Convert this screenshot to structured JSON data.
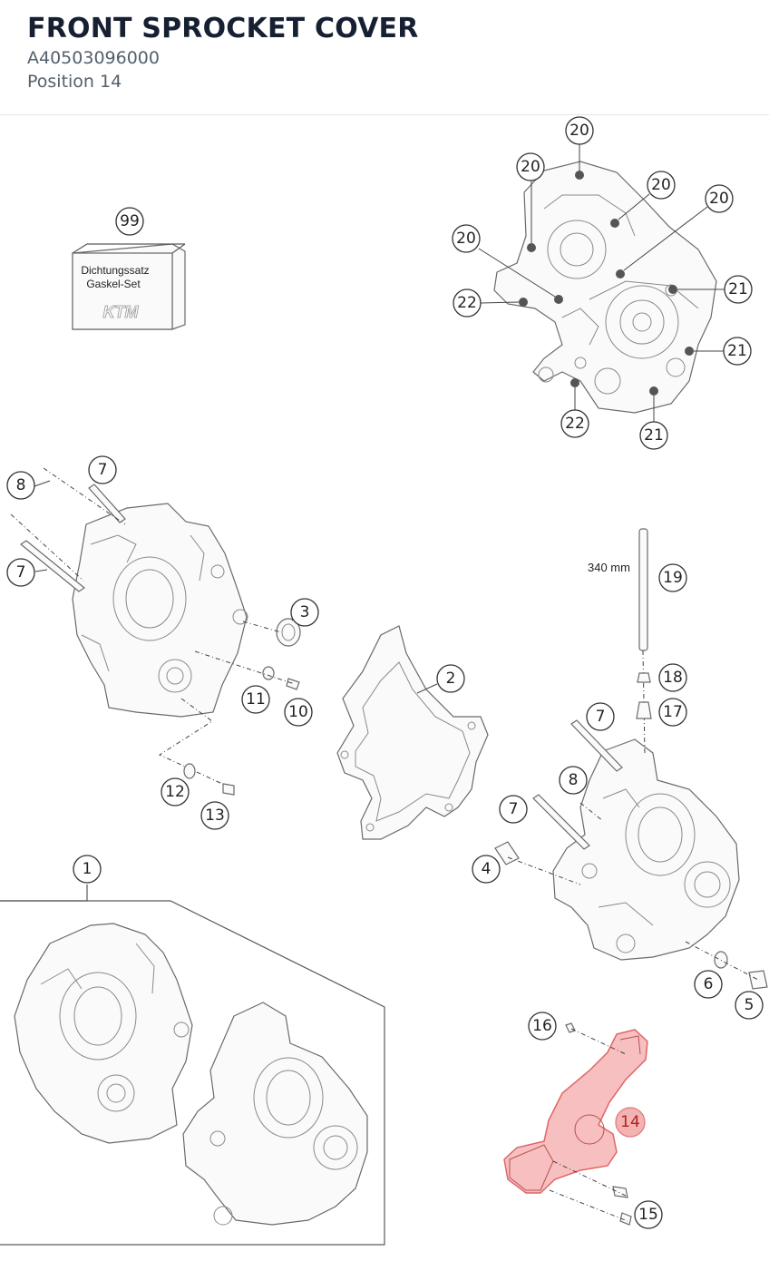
{
  "header": {
    "title": "FRONT SPROCKET COVER",
    "part_number": "A40503096000",
    "position_label": "Position 14"
  },
  "diagram": {
    "gasket_box": {
      "line1": "Dichtungssatz",
      "line2": "Gaskel-Set",
      "logo": "KTM"
    },
    "dimension_label": "340 mm",
    "callouts": {
      "c99": "99",
      "c20a": "20",
      "c20b": "20",
      "c20c": "20",
      "c20d": "20",
      "c20e": "20",
      "c21a": "21",
      "c21b": "21",
      "c21c": "21",
      "c22a": "22",
      "c22b": "22",
      "c8a": "8",
      "c7a": "7",
      "c7b": "7",
      "c3": "3",
      "c11": "11",
      "c10": "10",
      "c12": "12",
      "c13": "13",
      "c2": "2",
      "c19": "19",
      "c18": "18",
      "c17": "17",
      "c7c": "7",
      "c8b": "8",
      "c7d": "7",
      "c4": "4",
      "c6": "6",
      "c5": "5",
      "c1": "1",
      "c16": "16",
      "c14": "14",
      "c15": "15"
    },
    "highlight_color": "#f08a8a"
  }
}
